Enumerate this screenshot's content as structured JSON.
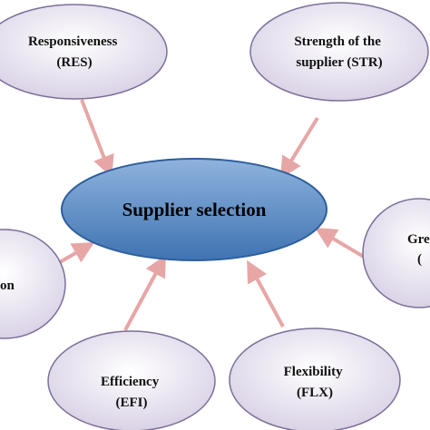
{
  "diagram": {
    "center": {
      "label": "Supplier selection"
    },
    "nodes": [
      {
        "id": "res",
        "lines": [
          "Responsiveness",
          "(RES)"
        ]
      },
      {
        "id": "str",
        "lines": [
          "Strength of the",
          "supplier (STR)"
        ]
      },
      {
        "id": "gre",
        "lines": [
          "Gre",
          "("
        ]
      },
      {
        "id": "flx",
        "lines": [
          "Flexibility",
          "(FLX)"
        ]
      },
      {
        "id": "efi",
        "lines": [
          "Efficiency",
          "(EFI)"
        ]
      },
      {
        "id": "left",
        "lines": [
          "on"
        ]
      }
    ],
    "colors": {
      "center_fill_light": "#8fb3dd",
      "center_fill_dark": "#3f73b3",
      "center_stroke": "#2e5f9e",
      "node_fill_light": "#ffffff",
      "node_fill_dark": "#d9d2e6",
      "node_stroke": "#7d6f99",
      "arrow": "#e7a6a6"
    }
  }
}
